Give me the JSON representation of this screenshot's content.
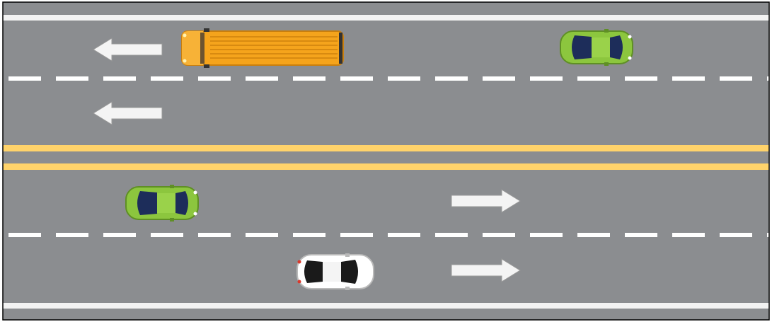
{
  "scene": {
    "road_color": "#8b8d90",
    "edge_line_color": "#f2f2f2",
    "lane_dash_color": "#ffffff",
    "center_line_color": "#ffd36b",
    "border_color": "#000000"
  },
  "arrows": [
    {
      "name": "lane-direction-arrow-left-1",
      "direction": "left"
    },
    {
      "name": "lane-direction-arrow-left-2",
      "direction": "left"
    },
    {
      "name": "lane-direction-arrow-right-1",
      "direction": "right"
    },
    {
      "name": "lane-direction-arrow-right-2",
      "direction": "right"
    }
  ],
  "vehicles": [
    {
      "name": "school-bus",
      "type": "bus",
      "color": "#f5a41c",
      "facing": "left"
    },
    {
      "name": "green-car-top-lane",
      "type": "car",
      "color": "#8cc63e",
      "facing": "right"
    },
    {
      "name": "green-car-bottom-lane",
      "type": "car",
      "color": "#8cc63e",
      "facing": "right"
    },
    {
      "name": "white-car",
      "type": "car",
      "color": "#ffffff",
      "facing": "right"
    }
  ]
}
